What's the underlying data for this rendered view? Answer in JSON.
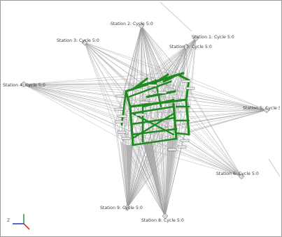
{
  "scene": {
    "stations": [
      {
        "label": "Station 2: Cycle 5:0"
      },
      {
        "label": "Station 3: Cycle 5:0"
      },
      {
        "label": "Station 1: Cycle 5:0"
      },
      {
        "label": "Station 7: Cycle 5:0"
      },
      {
        "label": "Station 4: Cycle 5:0"
      },
      {
        "label": "Station 5: Cycle 5"
      },
      {
        "label": "Station 6: Cycle 5:0"
      },
      {
        "label": "Station 9: Cycle 5:0"
      },
      {
        "label": "Station 8: Cycle 5:0"
      }
    ],
    "colors": {
      "structure": "#1f8a1f",
      "rays": "#9c9c9c",
      "axis_x": "#d9302c",
      "axis_y": "#2fa04a",
      "axis_z": "#2a45c8"
    },
    "axes": {
      "z_label": "Z"
    }
  }
}
